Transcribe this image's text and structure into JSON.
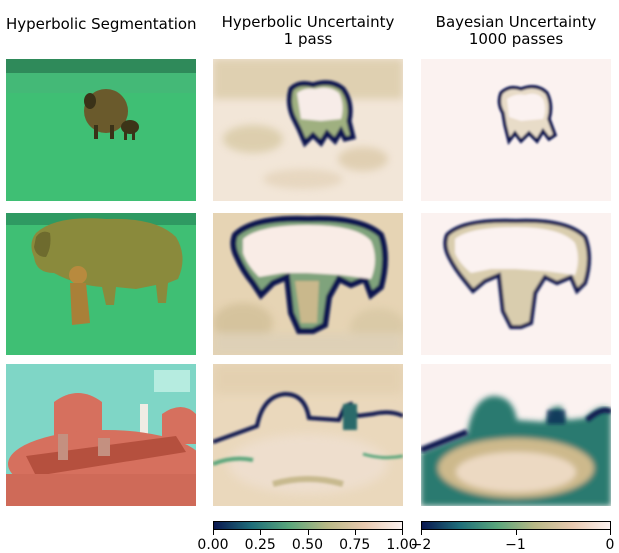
{
  "titles": {
    "col1": "Hyperbolic Segmentation",
    "col2_line1": "Hyperbolic Uncertainty",
    "col2_line2": "1 pass",
    "col3_line1": "Bayesian Uncertainty",
    "col3_line2": "1000 passes"
  },
  "colorbar_hyperbolic": {
    "ticks": [
      "0.00",
      "0.25",
      "0.50",
      "0.75",
      "1.00"
    ],
    "colors": [
      "#0a1850",
      "#1f6e7a",
      "#5aa67c",
      "#b8b886",
      "#e8c9b0",
      "#fbf2f0"
    ]
  },
  "colorbar_bayesian": {
    "ticks": [
      "−2",
      "−1",
      "0"
    ],
    "colors": [
      "#0a1850",
      "#1f6e7a",
      "#5aa67c",
      "#b8b886",
      "#e8c9b0",
      "#fbf2f0"
    ]
  },
  "colors": {
    "grass_overlay": "#3fc07a",
    "sheep_overlay": "#8a8a3c",
    "room_overlay": "#7fd6c6",
    "table_overlay": "#d6705e",
    "boundary_dark": "#0a1850",
    "boundary_mid": "#2a7a70",
    "background_light": "#fbf2f0",
    "background_tan": "#e6d4b4"
  }
}
